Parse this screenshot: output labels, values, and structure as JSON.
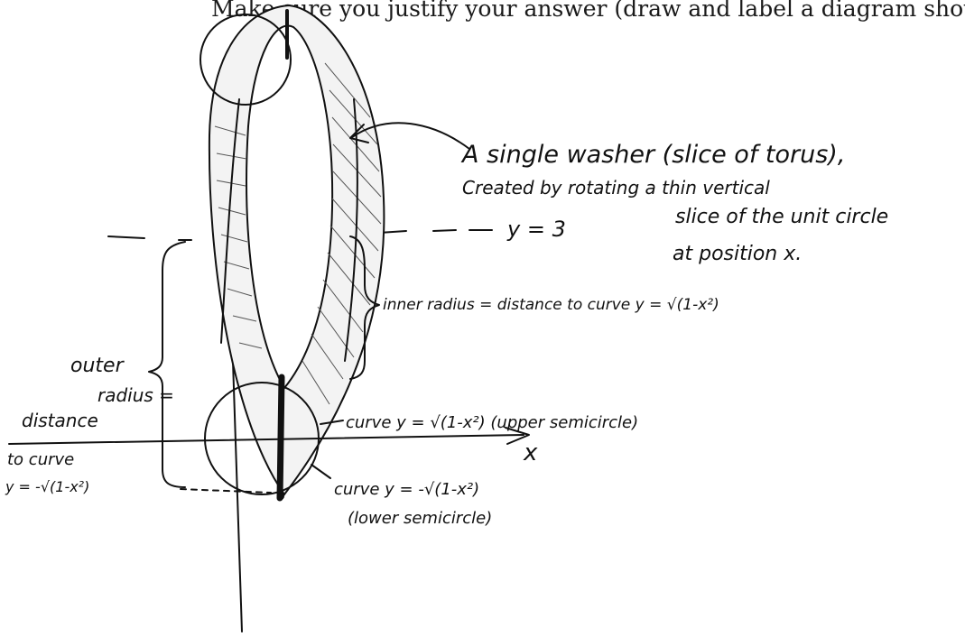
{
  "header_text": "Make sure you justify your answer (draw and label a diagram showing",
  "annotations": {
    "washer_title": "A single washer (slice of torus),",
    "washer_line2": "Created by rotating a thin vertical",
    "washer_line3": "slice of the unit circle",
    "washer_line4": "at position x.",
    "axis_line_label": "y = 3",
    "inner_radius": "inner radius = distance to curve y = √(1-x²)",
    "outer_radius_1": "outer",
    "outer_radius_2": "radius =",
    "outer_radius_3": "distance",
    "outer_radius_4": "to curve",
    "outer_radius_5": "y = -√(1-x²)",
    "upper_curve": "curve y = √(1-x²) (upper semicircle)",
    "lower_curve_1": "curve y = -√(1-x²)",
    "lower_curve_2": "(lower semicircle)",
    "x_axis_label": "x"
  }
}
